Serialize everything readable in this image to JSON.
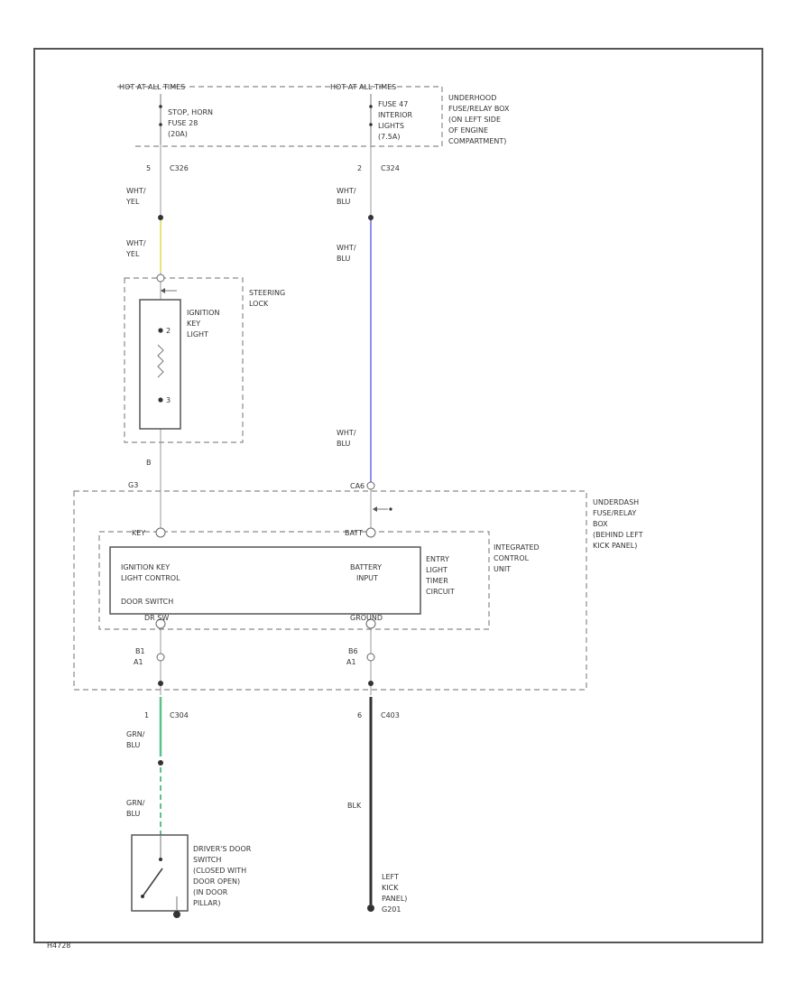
{
  "power": {
    "left_source": "HOT AT ALL TIMES",
    "right_source": "HOT AT ALL TIMES",
    "fuse_left": [
      "STOP, HORN",
      "FUSE 28",
      "(20A)"
    ],
    "fuse_right": [
      "FUSE 47",
      "INTERIOR",
      "LIGHTS",
      "(7.5A)"
    ],
    "fuse_box": [
      "UNDERHOOD",
      "FUSE/RELAY BOX",
      "(ON LEFT SIDE",
      "OF ENGINE",
      "COMPARTMENT)"
    ]
  },
  "connectors": {
    "c326_pin": "5",
    "c326": "C326",
    "c324_pin": "2",
    "c324": "C324",
    "c304_pin": "1",
    "c304": "C304",
    "c403_pin": "6",
    "c403": "C403",
    "g_top": "G3",
    "right_top": "CA6",
    "left_bottom_a": "B1",
    "left_bottom_b": "A1",
    "right_bottom_a": "B6",
    "right_bottom_b": "A1"
  },
  "wires": {
    "left_top_1": "WHT/",
    "left_top_2": "YEL",
    "left_mid_1": "WHT/",
    "left_mid_2": "YEL",
    "right_top_1": "WHT/",
    "right_top_2": "BLU",
    "right_mid_1": "WHT/",
    "right_mid_2": "BLU",
    "right_low_1": "WHT/",
    "right_low_2": "BLU",
    "left_low_1": "GRN/",
    "left_low_2": "BLU",
    "left_bot_1": "GRN/",
    "left_bot_2": "BLU",
    "right_gnd": "BLK",
    "left_pin_b": "B"
  },
  "steering_lock": {
    "label": [
      "STEERING",
      "LOCK"
    ],
    "bulb": [
      "IGNITION",
      "KEY",
      "LIGHT"
    ],
    "pin_top": "2",
    "pin_bot": "3"
  },
  "underdash": {
    "label": [
      "UNDERDASH",
      "FUSE/RELAY",
      "BOX",
      "(BEHIND LEFT",
      "KICK PANEL)"
    ],
    "icu_label": [
      "INTEGRATED",
      "CONTROL",
      "UNIT"
    ],
    "left_func": [
      "IGNITION KEY",
      "LIGHT CONTROL"
    ],
    "right_func": [
      "BATTERY",
      "INPUT"
    ],
    "door_switch": "DOOR SWITCH",
    "entry_timer": [
      "ENTRY",
      "LIGHT",
      "TIMER",
      "CIRCUIT"
    ],
    "left_top_pin": "KEY",
    "right_top_pin": "BATT",
    "left_bot_pin": "DR SW",
    "right_bot_pin": "GROUND"
  },
  "door_switch": [
    "DRIVER'S DOOR",
    "SWITCH",
    "(CLOSED WITH",
    "DOOR OPEN)",
    "(IN DOOR",
    "PILLAR)"
  ],
  "ground": [
    "LEFT",
    "KICK",
    "PANEL)",
    "G201"
  ],
  "footer": "H4728",
  "colors": {
    "wht_yel": "#e9e27a",
    "wht_blu": "#8f8ff0",
    "grn_blu": "#5ec08a",
    "blk": "#333333"
  }
}
